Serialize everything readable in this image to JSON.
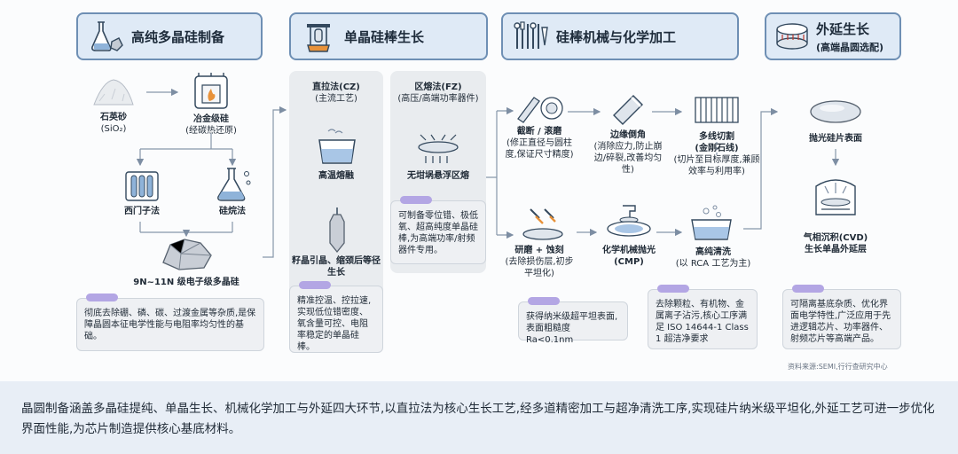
{
  "stages": [
    {
      "title": "高纯多晶硅制备",
      "subtitle": ""
    },
    {
      "title": "单晶硅棒生长",
      "subtitle": ""
    },
    {
      "title": "硅棒机械与化学加工",
      "subtitle": ""
    },
    {
      "title": "外延生长",
      "subtitle": "(高端晶圆选配)"
    }
  ],
  "stage1": {
    "quartz": "石英砂",
    "quartz_formula": "(SiO₂)",
    "mg_si": "冶金级硅",
    "mg_si_note": "(经碳热还原)",
    "siemens": "西门子法",
    "silane": "硅烷法",
    "product": "9N~11N 级电子级多晶硅",
    "note": "彻底去除硼、磷、碳、过渡金属等杂质,是保障晶圆本征电学性能与电阻率均匀性的基础。"
  },
  "stage2": {
    "cz_title": "直拉法(CZ)",
    "cz_sub": "(主流工艺)",
    "cz_melt": "高温熔融",
    "cz_seed": "籽晶引晶、缩颈后等径生长",
    "cz_note": "精准控温、控拉速,实现低位错密度、氧含量可控、电阻率稳定的单晶硅棒。",
    "fz_title": "区熔法(FZ)",
    "fz_sub": "(高压/高端功率器件)",
    "fz_step": "无坩埚悬浮区熔",
    "fz_note": "可制备零位错、极低氧、超高纯度单晶硅棒,为高端功率/射频器件专用。"
  },
  "stage3": {
    "cut": "截断 / 滚磨",
    "cut_sub": "(修正直径与圆柱度,保证尺寸精度)",
    "edge": "边缘倒角",
    "edge_sub": "(消除应力,防止崩边/碎裂,改善均匀性)",
    "wire": "多线切割",
    "wire_sub": "(金刚石线)",
    "wire_sub2": "(切片至目标厚度,兼顾效率与利用率)",
    "grind": "研磨 + 蚀刻",
    "grind_sub": "(去除损伤层,初步平坦化)",
    "cmp": "化学机械抛光",
    "cmp_sub": "(CMP)",
    "cmp_note": "获得纳米级超平坦表面,表面粗糙度 Ra<0.1nm",
    "clean": "高纯清洗",
    "clean_sub": "(以 RCA 工艺为主)",
    "clean_note": "去除颗粒、有机物、金属离子沾污,核心工序满足 ISO 14644-1 Class 1 超洁净要求"
  },
  "stage4": {
    "wafer": "抛光硅片表面",
    "cvd": "气相沉积(CVD)",
    "cvd_sub": "生长单晶外延层",
    "note": "可隔离基底杂质、优化界面电学特性,广泛应用于先进逻辑芯片、功率器件、射频芯片等高端产品。"
  },
  "source": "资料来源:SEMI,行行查研究中心",
  "caption": "晶圆制备涵盖多晶硅提纯、单晶生长、机械化学加工与外延四大环节,以直拉法为核心生长工艺,经多道精密加工与超净清洗工序,实现硅片纳米级平坦化,外延工艺可进一步优化界面性能,为芯片制造提供核心基底材料。",
  "colors": {
    "stage_border": "#6e8fb4",
    "stage_fill": "#dfeaf6",
    "accent_pill": "#b3a6e4",
    "caption_bg": "#e8eef6"
  }
}
